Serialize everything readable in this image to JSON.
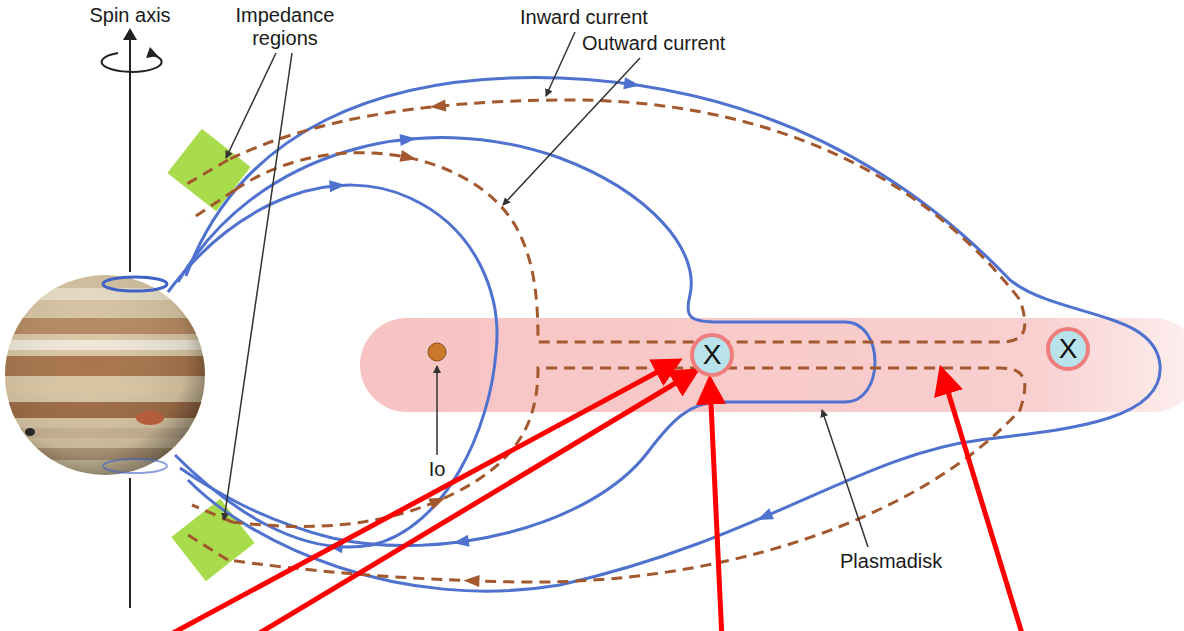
{
  "diagram": {
    "nodes": [
      {
        "text": [
          "X"
        ]
      },
      {
        "text": [
          "X"
        ]
      }
    ],
    "labels": [
      "Spin axis",
      "Impedance regions",
      "Inward current",
      "Outward current",
      "Io",
      "Plasmadisk"
    ]
  }
}
